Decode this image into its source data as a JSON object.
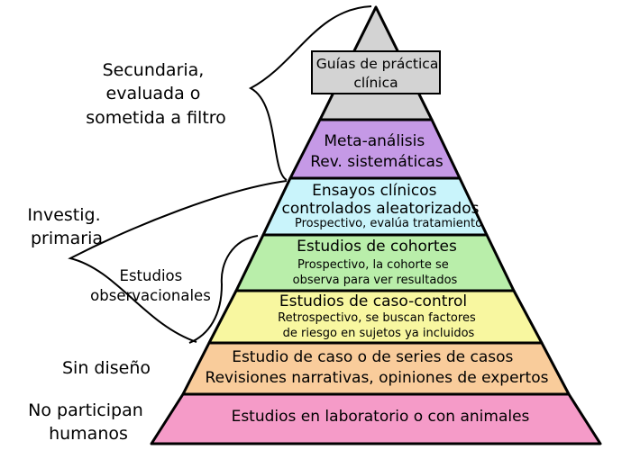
{
  "tiers": [
    {
      "lines": [
        "Guías de práctica",
        "clínica"
      ],
      "color": "#d3d3d3"
    },
    {
      "lines": [
        "Meta-análisis",
        "Rev. sistemáticas"
      ],
      "color": "#c599e6"
    },
    {
      "lines": [
        "Ensayos clínicos",
        "controlados aleatorizados"
      ],
      "sub": [
        "Prospectivo, evalúa tratamiento"
      ],
      "color": "#c9f4fb"
    },
    {
      "lines": [
        "Estudios de cohortes"
      ],
      "sub": [
        "Prospectivo, la cohorte se",
        "observa para ver resultados"
      ],
      "color": "#b9eeaa"
    },
    {
      "lines": [
        "Estudios de caso-control"
      ],
      "sub": [
        "Retrospectivo, se buscan factores",
        "de riesgo en sujetos ya incluidos"
      ],
      "color": "#f8f7a0"
    },
    {
      "lines": [
        "Estudio de caso o de series de casos",
        "Revisiones narrativas, opiniones de expertos"
      ],
      "color": "#f9cc9b"
    },
    {
      "lines": [
        "Estudios en laboratorio o con animales"
      ],
      "color": "#f59bc8"
    }
  ],
  "labels": {
    "secondary": [
      "Secundaria,",
      "evaluada o",
      "sometida a filtro"
    ],
    "primary": [
      "Investig.",
      "primaria"
    ],
    "observational": [
      "Estudios",
      "observacionales"
    ],
    "no_design": [
      "Sin diseño"
    ],
    "no_humans": [
      "No participan",
      "humanos"
    ]
  }
}
